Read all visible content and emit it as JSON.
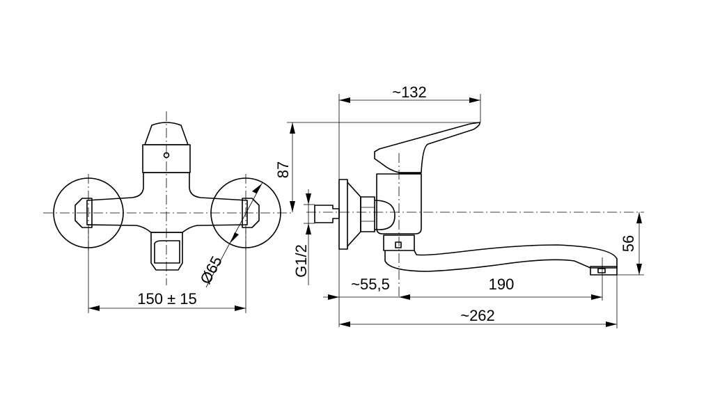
{
  "drawing": {
    "front_view": {
      "dimension_width": "150 ± 15",
      "dimension_diameter": "Ø65"
    },
    "side_view": {
      "dimension_lever_reach": "~132",
      "dimension_height": "87",
      "dimension_thread": "G1/2",
      "dimension_wall_offset": "~55,5",
      "dimension_spout_reach": "190",
      "dimension_total_length": "~262",
      "dimension_spout_height": "56"
    },
    "colors": {
      "line": "#000000",
      "background": "#ffffff"
    }
  }
}
